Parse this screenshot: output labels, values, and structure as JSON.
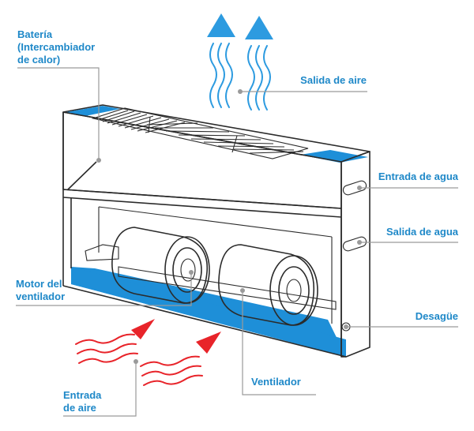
{
  "labels": {
    "bateria_line1": "Batería",
    "bateria_line2": "(Intercambiador",
    "bateria_line3": "de calor)",
    "salida_aire": "Salida de aire",
    "entrada_agua": "Entrada de agua",
    "salida_agua": "Salida de agua",
    "motor_line1": "Motor del",
    "motor_line2": "ventilador",
    "desague": "Desagüe",
    "ventilador": "Ventilador",
    "entrada_aire_line1": "Entrada",
    "entrada_aire_line2": "de aire"
  },
  "colors": {
    "label_text": "#1e88c8",
    "heat_exchanger_blue": "#1e8fd8",
    "tray_blue": "#1e8fd8",
    "outlet_air_arrow": "#2d9be0",
    "inlet_air_arrow": "#e8242a",
    "leader_line": "#9a9a9a",
    "outline": "#2b2b2b"
  },
  "icons": {
    "outlet_arrows": "up-arrow-icon",
    "inlet_arrows": "diagonal-arrow-icon"
  }
}
